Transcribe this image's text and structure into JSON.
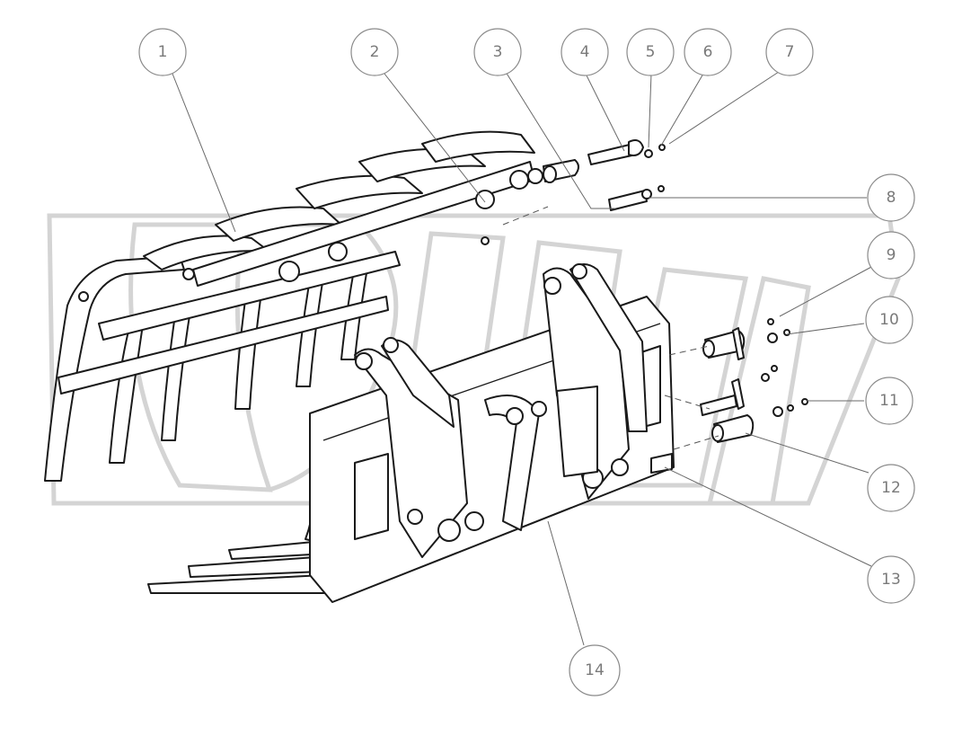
{
  "callouts": [
    {
      "label": "1"
    },
    {
      "label": "2"
    },
    {
      "label": "3"
    },
    {
      "label": "4"
    },
    {
      "label": "5"
    },
    {
      "label": "6"
    },
    {
      "label": "7"
    },
    {
      "label": "8"
    },
    {
      "label": "9"
    },
    {
      "label": "10"
    },
    {
      "label": "11"
    },
    {
      "label": "12"
    },
    {
      "label": "13"
    },
    {
      "label": "14"
    }
  ],
  "colors": {
    "line": "#1a1a1a",
    "callout_stroke": "#8a8a8a",
    "watermark": "#d4d4d4"
  }
}
